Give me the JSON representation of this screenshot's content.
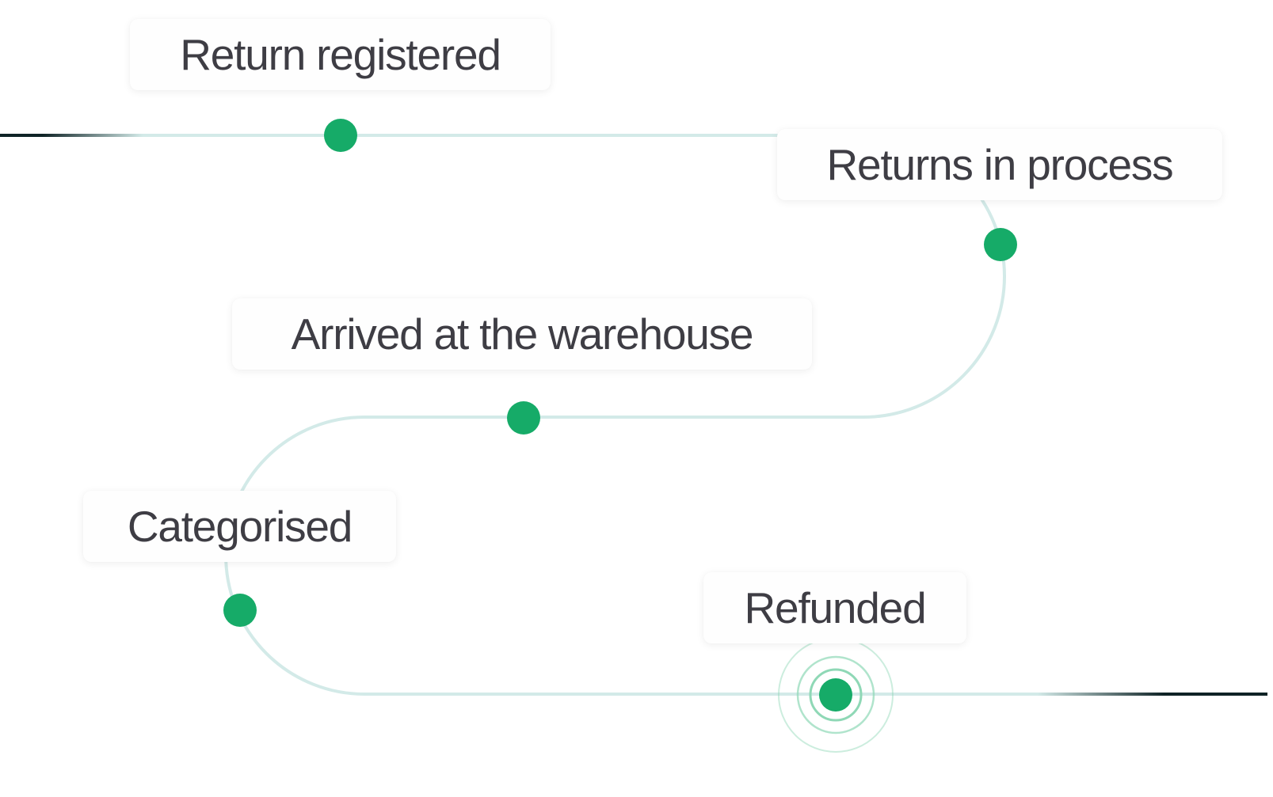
{
  "diagram": {
    "type": "return-process-timeline",
    "colors": {
      "track": "#d3eae8",
      "track_end": "#0f2326",
      "dot": "#16ab68",
      "pulse_ring": "#8fd8b6",
      "label_text": "#3e3d44",
      "label_bg": "#fefefe"
    },
    "steps": [
      {
        "label": "Return registered",
        "status": "completed"
      },
      {
        "label": "Returns in process",
        "status": "completed"
      },
      {
        "label": "Arrived at the warehouse",
        "status": "completed"
      },
      {
        "label": "Categorised",
        "status": "completed"
      },
      {
        "label": "Refunded",
        "status": "current"
      }
    ]
  }
}
